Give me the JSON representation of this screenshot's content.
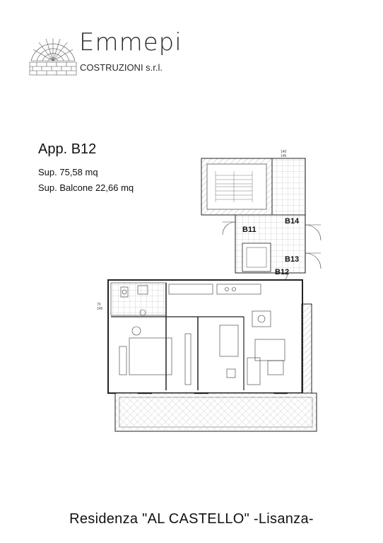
{
  "brand": {
    "name": "Emmepi",
    "subtitle": "COSTRUZIONI s.r.l."
  },
  "apartment": {
    "title": "App. B12",
    "surface": "Sup. 75,58 mq",
    "balcony_surface": "Sup. Balcone 22,66 mq"
  },
  "plan": {
    "units": [
      "B14",
      "B11",
      "B13",
      "B12"
    ],
    "dimensions": [
      "140",
      "145",
      "70",
      "145"
    ]
  },
  "footer": {
    "title": "Residenza \"AL CASTELLO\" -Lisanza-"
  }
}
